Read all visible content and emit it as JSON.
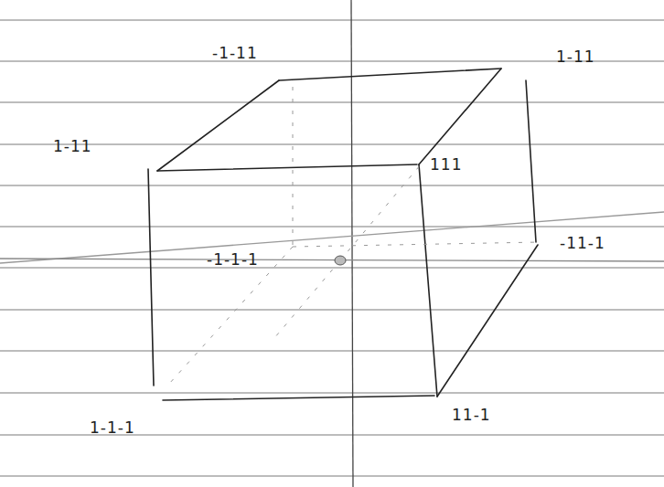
{
  "diagram": {
    "labels": [
      "-1-11",
      "1-11",
      "1-11",
      "111",
      "-1-1-1",
      "-11-1",
      "11-1",
      "1-1-1"
    ]
  }
}
